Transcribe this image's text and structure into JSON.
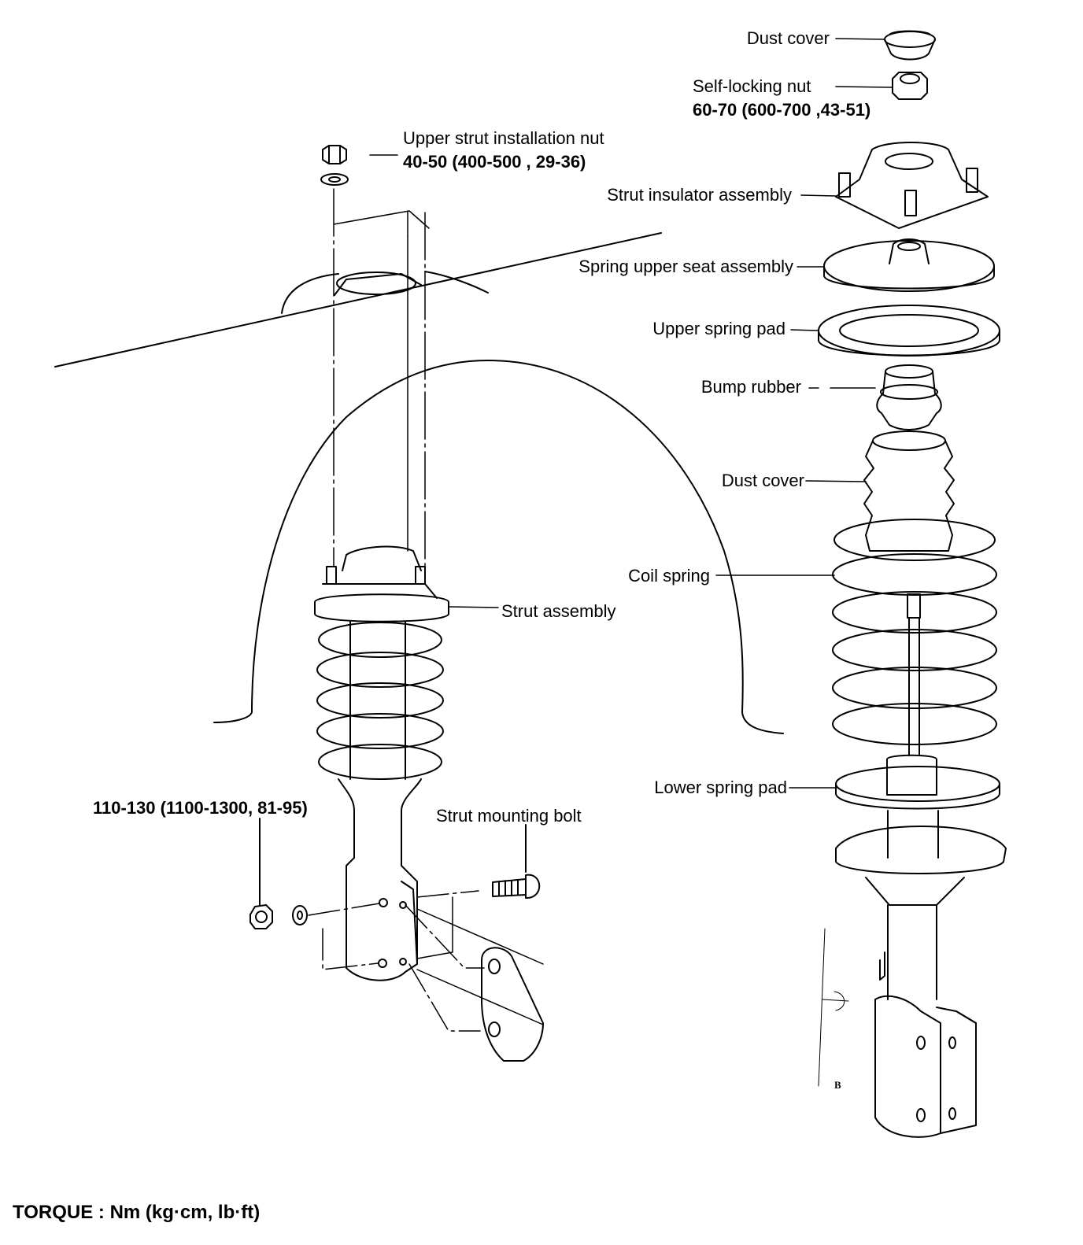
{
  "footer": {
    "torque_units": "TORQUE : Nm (kg·cm, lb·ft)"
  },
  "labels": {
    "dust_cover_top": "Dust cover",
    "self_locking_nut": "Self-locking nut",
    "self_locking_nut_torque": "60-70  (600-700 ,43-51)",
    "upper_strut_nut": "Upper strut installation nut",
    "upper_strut_nut_torque": "40-50 (400-500 , 29-36)",
    "strut_insulator": "Strut insulator assembly",
    "spring_upper_seat": "Spring upper seat assembly",
    "upper_spring_pad": "Upper spring pad",
    "bump_rubber": "Bump rubber",
    "dust_cover_mid": "Dust cover",
    "coil_spring": "Coil spring",
    "strut_assembly": "Strut assembly",
    "lower_spring_pad": "Lower spring pad",
    "mounting_nut_torque": "110-130 (1100-1300, 81-95)",
    "strut_mounting_bolt": "Strut mounting bolt",
    "stamp_letter": "B"
  },
  "colors": {
    "ink": "#000000",
    "paper": "#ffffff"
  }
}
